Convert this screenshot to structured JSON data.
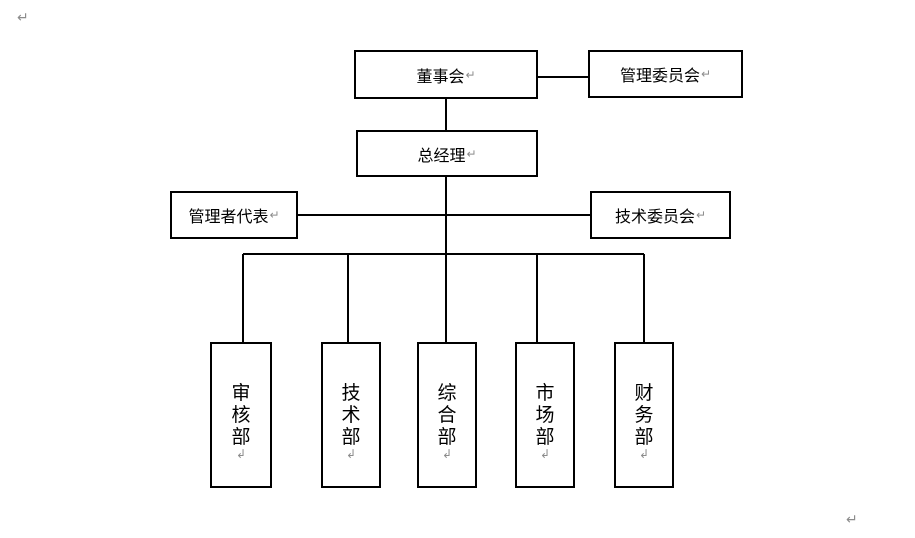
{
  "paragraph_mark": "↵",
  "line_break_mark": "↲",
  "top_row": {
    "board": "董事会",
    "mgmt_committee": "管理委员会"
  },
  "gm": "总经理",
  "middle_row": {
    "mgmt_rep": "管理者代表",
    "tech_committee": "技术委员会"
  },
  "departments": [
    {
      "chars": [
        "审",
        "核",
        "部"
      ]
    },
    {
      "chars": [
        "技",
        "术",
        "部"
      ]
    },
    {
      "chars": [
        "综",
        "合",
        "部"
      ]
    },
    {
      "chars": [
        "市",
        "场",
        "部"
      ]
    },
    {
      "chars": [
        "财",
        "务",
        "部"
      ]
    }
  ]
}
